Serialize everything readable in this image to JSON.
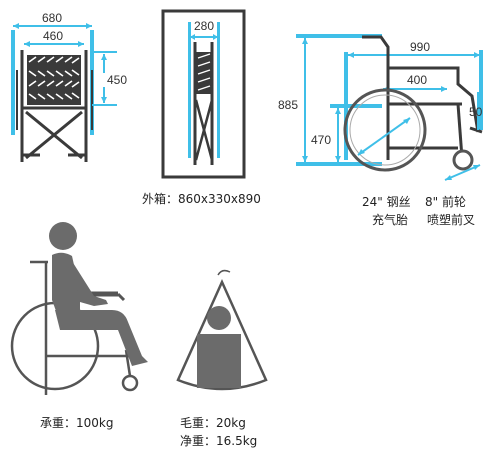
{
  "colors": {
    "accent": "#3fbfe8",
    "frame": "#3a3a3a",
    "figure": "#6b6b6b",
    "wheel": "#555555"
  },
  "front_view": {
    "overall_width": "680",
    "seat_width": "460",
    "back_height": "450"
  },
  "folded_view": {
    "folded_width": "280",
    "carton_label": "外箱：860x330x890"
  },
  "side_view": {
    "total_height": "885",
    "total_length": "990",
    "seat_depth": "400",
    "seat_height": "470",
    "armrest_height": "50",
    "rear_wheel_line1": "24\" 钢丝",
    "rear_wheel_line2": "充气胎",
    "front_wheel_line1": "8\" 前轮",
    "front_wheel_line2": "喷塑前叉"
  },
  "capacity": {
    "load_label": "承重：100kg"
  },
  "weights": {
    "gross_label": "毛重：20kg",
    "net_label": "净重：16.5kg"
  },
  "icons": [
    "seated-person-icon",
    "wheelchair-icon",
    "hanging-scale-icon"
  ]
}
